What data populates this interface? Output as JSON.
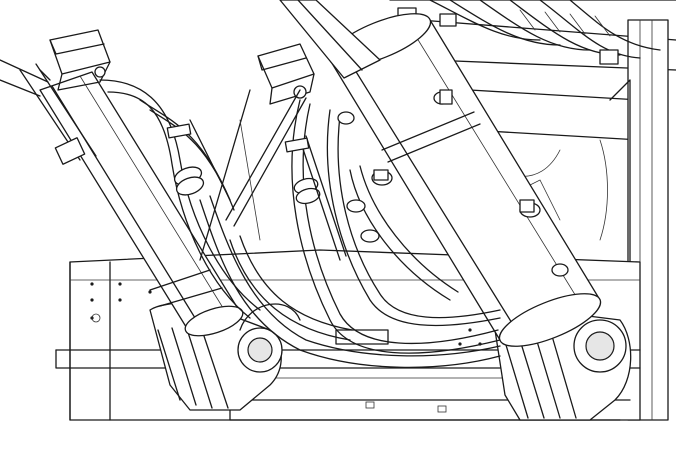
{
  "drawing": {
    "background": "#ffffff",
    "line_color": "#1a1a1a",
    "parts": [
      "hydraulic-cylinder-left",
      "hydraulic-cylinder-center",
      "hydraulic-cylinder-right",
      "hose-bundle",
      "base-frame",
      "mounting-bracket-left",
      "mounting-bracket-right",
      "sensor-box-left",
      "sensor-box-center"
    ]
  }
}
